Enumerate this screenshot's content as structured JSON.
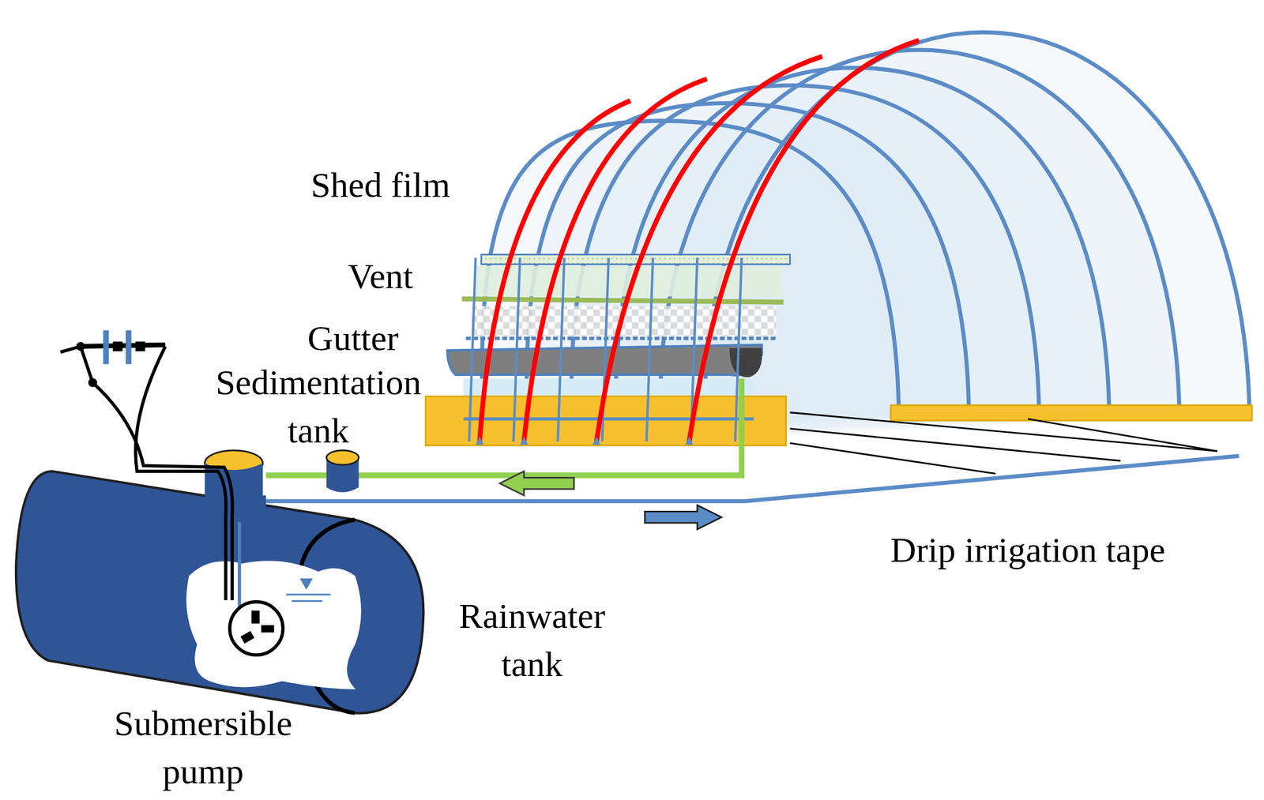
{
  "diagram": {
    "labels": [
      "Shed film",
      "Vent",
      "Gutter",
      "Sedimentation tank",
      "Drip irrigation tape",
      "Rainwater tank",
      "Submersible pump"
    ]
  }
}
